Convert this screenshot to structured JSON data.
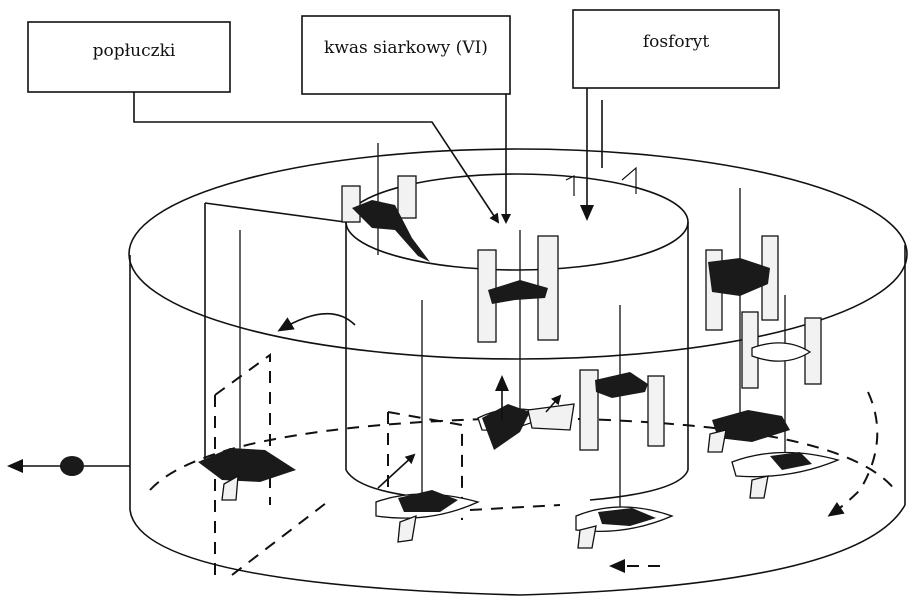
{
  "labels": {
    "washings": "popłuczki",
    "sulfuric_acid": "kwas siarkowy (VI)",
    "phosphorite": "fosforyt"
  }
}
